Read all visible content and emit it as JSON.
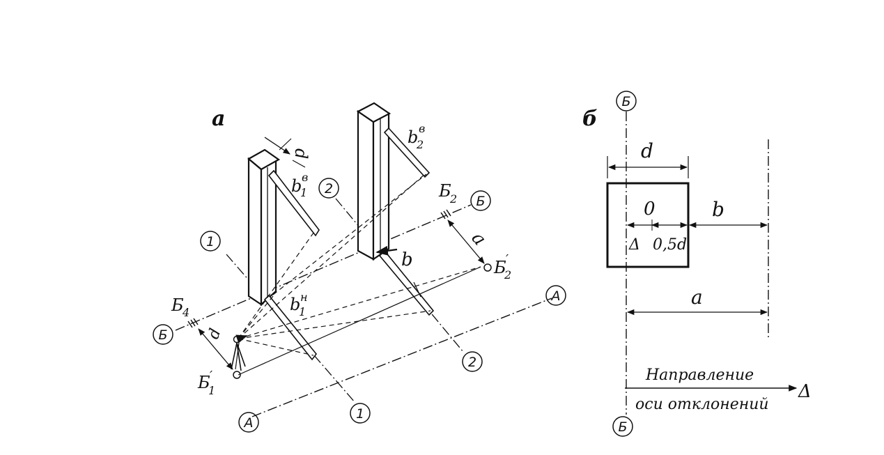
{
  "panel_a": {
    "label": "а",
    "axis_A_start": "А",
    "axis_A_end": "А",
    "axis_B_left": "Б",
    "axis_B_right": "Б",
    "col1_marker_top": "1",
    "col1_marker_bottom": "1",
    "col2_marker_top": "2",
    "col2_marker_bottom": "2",
    "label_b1v_base": "b",
    "label_b1v_sub": "1",
    "label_b1v_sup": "в",
    "label_b1n_base": "b",
    "label_b1n_sub": "1",
    "label_b1n_sup": "н",
    "label_b2v_base": "b",
    "label_b2v_sub": "2",
    "label_b2v_sup": "в",
    "label_b": "b",
    "label_d_top": "d",
    "label_d_station": "d",
    "label_a": "a",
    "label_B2_base": "Б",
    "label_B2_sub": "2",
    "label_B4_base": "Б",
    "label_B4_sub": "4",
    "label_B1p_base": "Б",
    "label_B1p_sub": "1",
    "label_B1p_prime": "′",
    "label_B2p_base": "Б",
    "label_B2p_sub": "2",
    "label_B2p_prime": "′"
  },
  "panel_b": {
    "label": "б",
    "axis_top": "Б",
    "axis_bottom": "Б",
    "label_d": "d",
    "label_O": "0",
    "label_b": "b",
    "label_delta": "Δ",
    "label_half_d": "0,5d",
    "label_a": "a",
    "direction_line1": "Направление",
    "direction_line2": "оси отклонений",
    "direction_symbol": "Δ"
  }
}
